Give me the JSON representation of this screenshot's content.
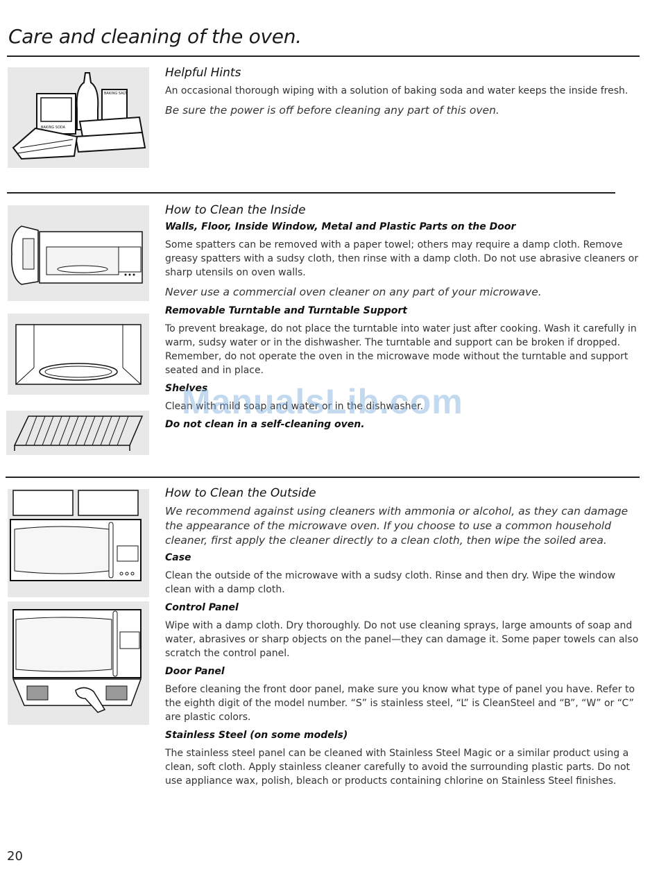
{
  "page": {
    "title": "Care and cleaning of the oven.",
    "page_number": "20",
    "watermark": "ManualsLib.com"
  },
  "hints": {
    "heading": "Helpful Hints",
    "text": "An occasional thorough wiping with a solution of baking soda and water keeps the inside fresh.",
    "warning": "Be sure the power is off before cleaning any part of this oven.",
    "illus_labels": [
      "BAKING SODA",
      "BAKING SALT"
    ]
  },
  "inside": {
    "heading": "How to Clean the Inside",
    "walls_title": "Walls, Floor, Inside Window, Metal and Plastic Parts on the Door",
    "walls_text": "Some spatters can be removed with a paper towel; others may require a damp cloth. Remove greasy spatters with a sudsy cloth, then rinse with a damp cloth. Do not use abrasive cleaners or sharp utensils on oven walls.",
    "walls_warning": "Never use a commercial oven cleaner on any part of your microwave.",
    "turntable_title": "Removable Turntable and Turntable Support",
    "turntable_text": "To prevent breakage, do not place the turntable into water just after cooking. Wash it carefully in warm, sudsy water or in the dishwasher. The turntable and support can be broken if dropped. Remember, do not operate the oven in the microwave mode without the turntable and support seated and in place.",
    "shelves_title": "Shelves",
    "shelves_text": "Clean with mild soap and water or in the dishwasher.",
    "shelves_warning": "Do not clean in a self-cleaning oven."
  },
  "outside": {
    "heading": "How to Clean the Outside",
    "intro": "We recommend against using cleaners with ammonia or alcohol, as they can damage the appearance of the microwave oven. If you choose to use a common household cleaner, first apply the cleaner directly to a clean cloth, then wipe the soiled area.",
    "case_title": "Case",
    "case_text": "Clean the outside of the microwave with a sudsy cloth. Rinse and then dry. Wipe the window clean with a damp cloth.",
    "control_title": "Control Panel",
    "control_text": "Wipe with a damp cloth. Dry thoroughly. Do not use cleaning sprays, large amounts of soap and water, abrasives or sharp objects on the panel—they can damage it. Some paper towels can also scratch the control panel.",
    "door_title": "Door Panel",
    "door_text": "Before cleaning the front door panel, make sure you know what type of panel you have. Refer to the eighth digit of the model number. “S” is stainless steel, “L” is CleanSteel and “B”, “W” or “C” are plastic colors.",
    "steel_title": "Stainless Steel  (on some models)",
    "steel_text": "The stainless steel panel can be cleaned with Stainless Steel Magic or a similar product using a clean, soft cloth. Apply stainless cleaner carefully to avoid the surrounding plastic parts. Do not use appliance wax, polish, bleach or products containing chlorine on Stainless Steel finishes."
  }
}
